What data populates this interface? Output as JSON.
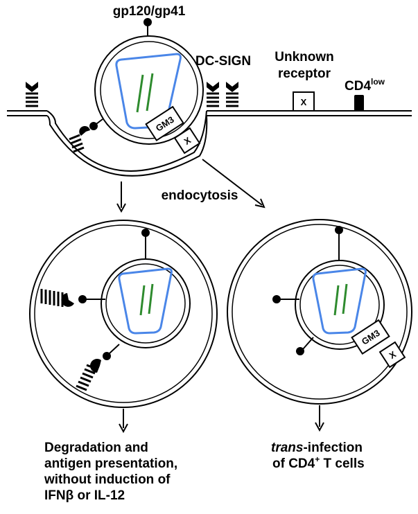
{
  "labels": {
    "gp120": "gp120/gp41",
    "dcsign": "DC-SIGN",
    "unknown_line1": "Unknown",
    "unknown_line2": "receptor",
    "cd4_base": "CD4",
    "cd4_sup": "low",
    "endocytosis": "endocytosis",
    "gm3": "GM3",
    "x": "X"
  },
  "outcomes": {
    "left": {
      "line1": "Degradation and",
      "line2": "antigen presentation,",
      "line3": "without induction of",
      "line4": "IFNβ or IL-12"
    },
    "right": {
      "line1_italic": "trans",
      "line1_rest": "-infection",
      "line2_pre": "of CD4",
      "line2_sup": "+",
      "line2_post": " T cells"
    }
  },
  "colors": {
    "capsid": "#4a86e8",
    "rna": "#2e8b2e",
    "ink": "#000000"
  }
}
